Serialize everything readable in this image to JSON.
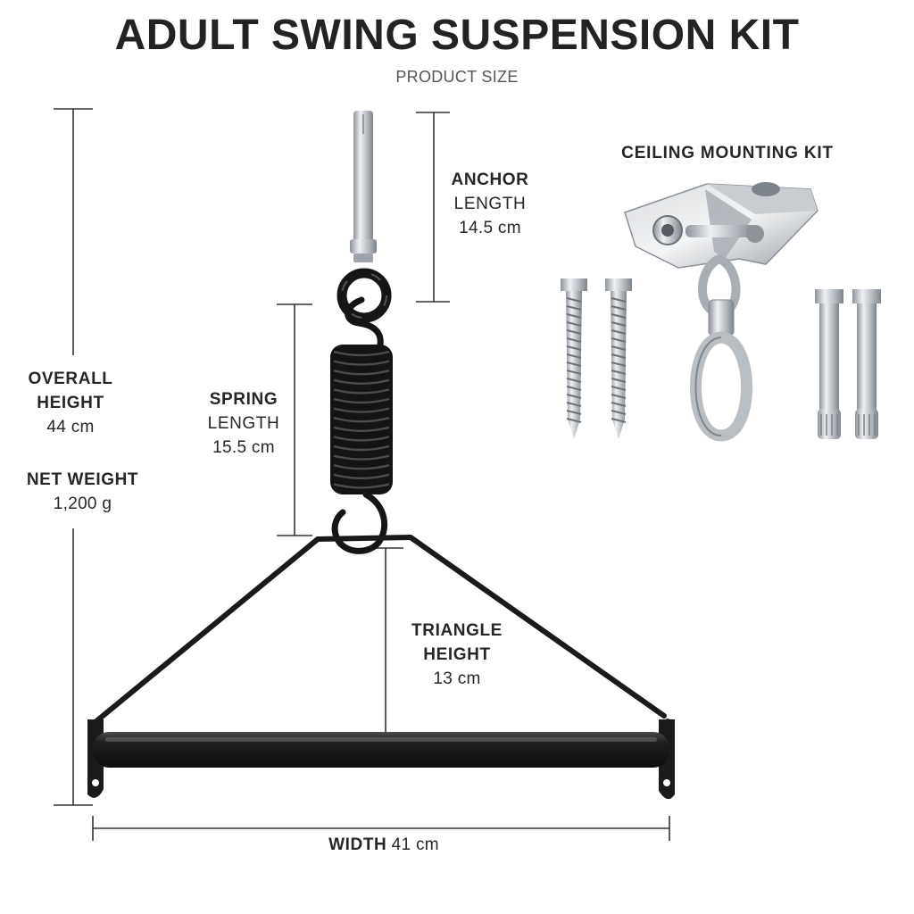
{
  "header": {
    "title": "ADULT SWING SUSPENSION KIT",
    "subtitle": "PRODUCT SIZE"
  },
  "dimensions": {
    "overall": {
      "label_line1": "OVERALL",
      "label_line2": "HEIGHT",
      "value": "44 cm"
    },
    "net_weight": {
      "label": "NET WEIGHT",
      "value": "1,200 g"
    },
    "anchor": {
      "label_line1": "ANCHOR",
      "label_line2": "LENGTH",
      "value": "14.5 cm"
    },
    "spring": {
      "label_line1": "SPRING",
      "label_line2": "LENGTH",
      "value": "15.5 cm"
    },
    "triangle": {
      "label_line1": "TRIANGLE",
      "label_line2": "HEIGHT",
      "value": "13 cm"
    },
    "width": {
      "label": "WIDTH",
      "value": "41 cm"
    }
  },
  "kit": {
    "title": "CEILING MOUNTING KIT"
  },
  "colors": {
    "steel": "#b8bcc2",
    "black_metal": "#1c1c1c",
    "dimension_line": "#333333"
  }
}
